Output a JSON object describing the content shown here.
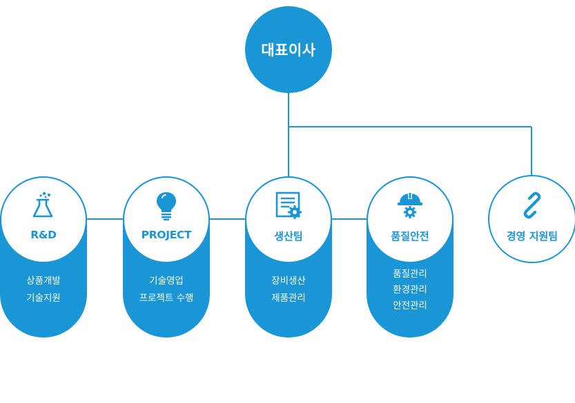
{
  "ceo": {
    "label": "대표이사"
  },
  "departments": [
    {
      "title": "R&D",
      "icon": "flask-icon",
      "tasks": [
        "상품개발",
        "기술지원"
      ]
    },
    {
      "title": "PROJECT",
      "icon": "lightbulb-icon",
      "tasks": [
        "기술영업",
        "프로젝트 수행"
      ]
    },
    {
      "title": "생산팀",
      "icon": "document-gear-icon",
      "tasks": [
        "장비생산",
        "제품관리"
      ]
    },
    {
      "title": "품질안전",
      "icon": "safety-helmet-icon",
      "tasks": [
        "품질관리",
        "환경관리",
        "안전관리"
      ]
    }
  ],
  "support": {
    "title": "경영 지원팀",
    "icon": "link-icon"
  },
  "colors": {
    "primary": "#1a96d6",
    "background": "#ffffff"
  }
}
